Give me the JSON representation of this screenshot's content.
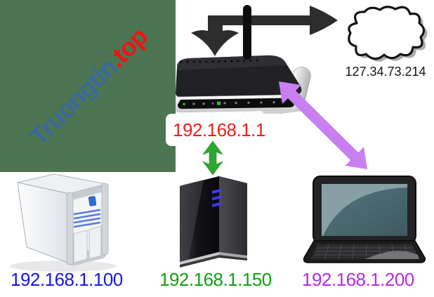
{
  "watermark": {
    "site": "Truongtin",
    "tld": ".top",
    "site_color": "#3a689a",
    "tld_color": "#ee1414",
    "bg_color": "#4d7552"
  },
  "internet": {
    "ip": "127.34.73.214",
    "label_color": "#141414"
  },
  "router": {
    "ip": "192.168.1.1",
    "label_color": "#e82120"
  },
  "desktop": {
    "ip": "192.168.1.100",
    "label_color": "#1717e0"
  },
  "server": {
    "ip": "192.168.1.150",
    "label_color": "#12a012"
  },
  "laptop": {
    "ip": "192.168.1.200",
    "label_color": "#b62ce6"
  },
  "links": {
    "wan_color": "#2d2d2d",
    "lan_color": "#2fa62f",
    "wifi_color": "#c77ff2"
  }
}
